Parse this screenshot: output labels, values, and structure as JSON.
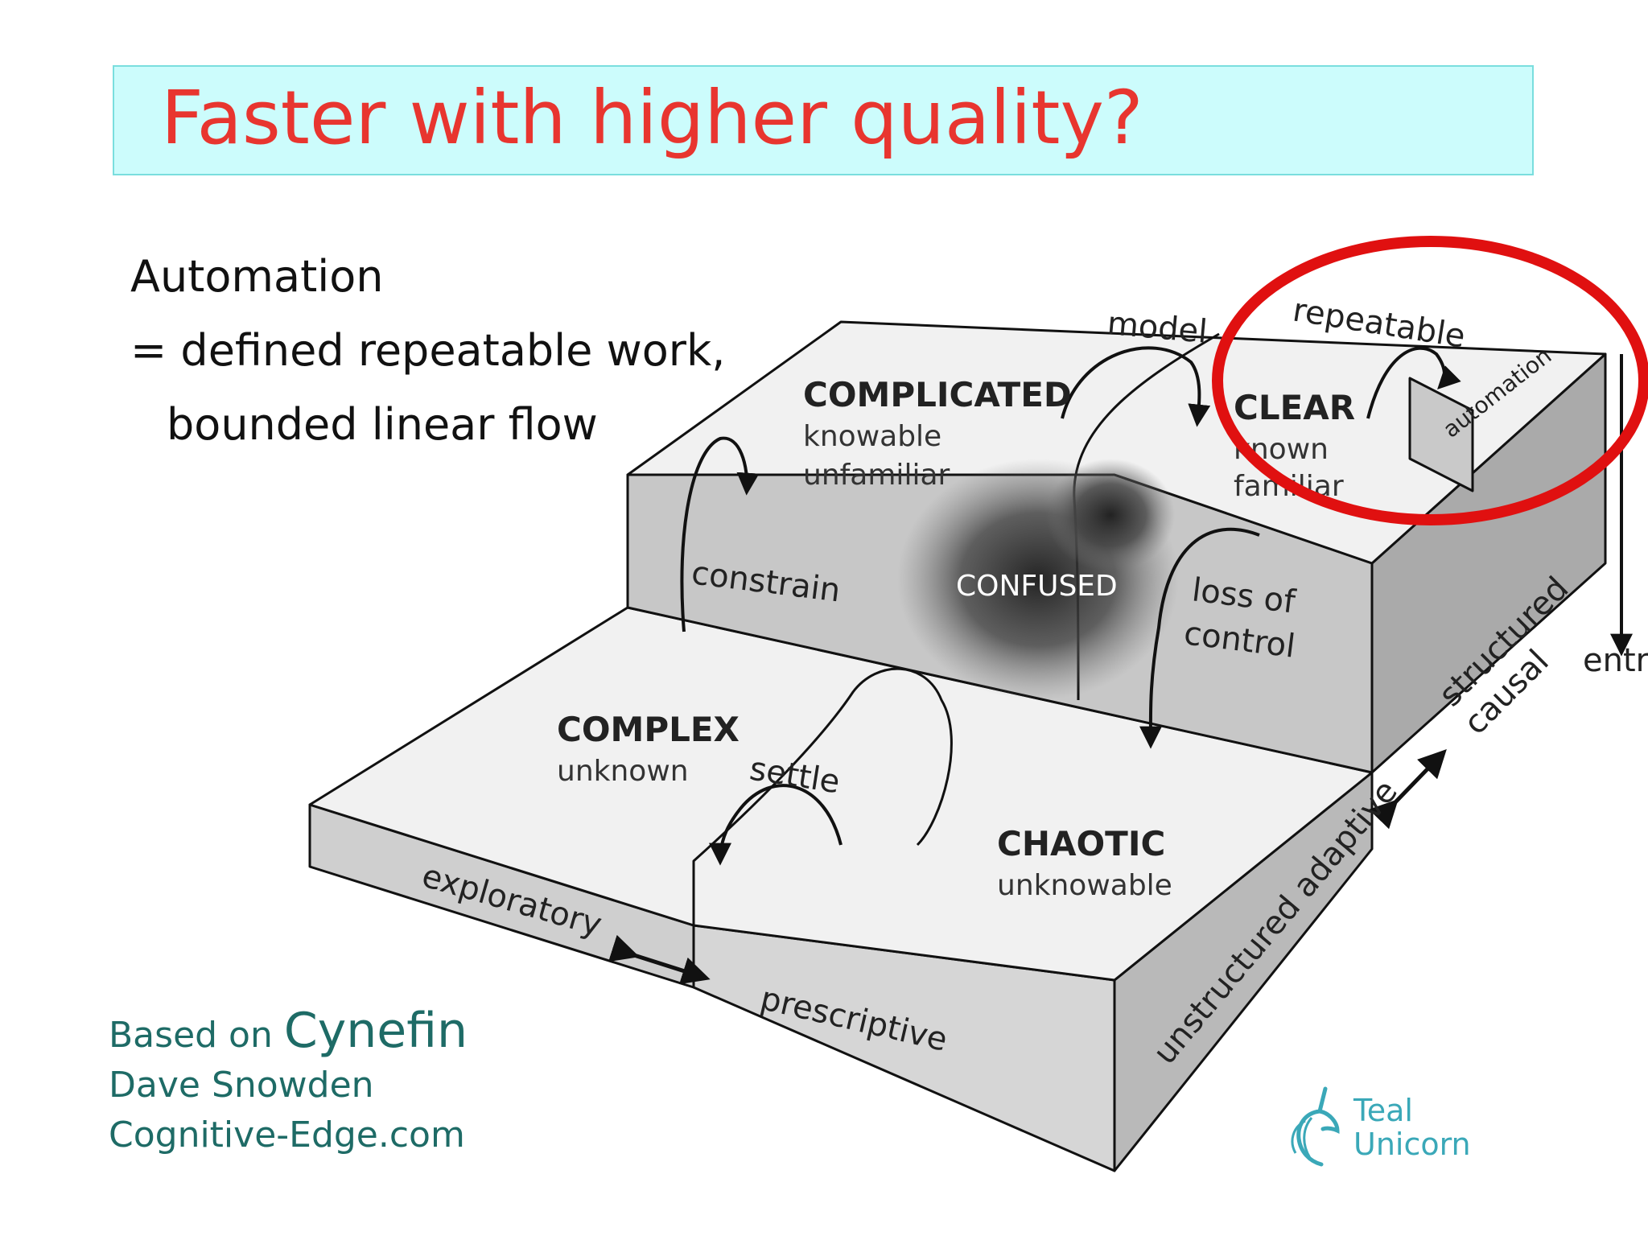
{
  "title": "Faster with higher quality?",
  "bullets": {
    "line1": "Automation",
    "line2": "= defined repeatable work,",
    "line3": "bounded linear flow"
  },
  "credits": {
    "based_on": "Based on",
    "cynefin": "Cynefin",
    "author": "Dave Snowden",
    "site": "Cognitive-Edge.com"
  },
  "diagram": {
    "domains": {
      "complicated": {
        "name": "COMPLICATED",
        "sub1": "knowable",
        "sub2": "unfamiliar"
      },
      "clear": {
        "name": "CLEAR",
        "sub1": "known",
        "sub2": "familiar"
      },
      "complex": {
        "name": "COMPLEX",
        "sub1": "unknown"
      },
      "chaotic": {
        "name": "CHAOTIC",
        "sub1": "unknowable"
      },
      "confused": {
        "name": "CONFUSED"
      }
    },
    "transitions": {
      "model": "model",
      "repeatable": "repeatable",
      "automation": "automation",
      "constrain": "constrain",
      "loss_of": "loss of",
      "control": "control",
      "settle": "settle"
    },
    "edges": {
      "exploratory": "exploratory",
      "prescriptive": "prescriptive",
      "unstructured_adaptive": "unstructured adaptive",
      "structured": "structured",
      "causal": "causal",
      "entropy": "entro"
    }
  },
  "logo": {
    "line1": "Teal",
    "line2": "Unicorn"
  },
  "colors": {
    "title": "#e8352f",
    "title_bg": "#ccfcfc",
    "credits": "#1e6b66",
    "highlight": "#e01010",
    "logo": "#3aa8b8"
  }
}
